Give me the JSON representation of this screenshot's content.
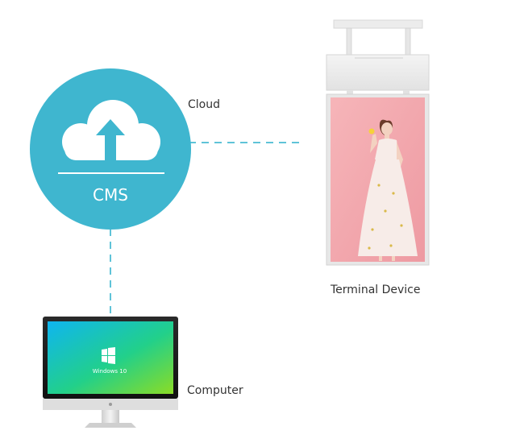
{
  "labels": {
    "cloud": "Cloud",
    "cms": "CMS",
    "terminal": "Terminal Device",
    "computer": "Computer",
    "windows": "Windows 10"
  },
  "colors": {
    "cloud_circle": "#3fb6cf",
    "connector": "#5fc3d8",
    "label_text": "#333333",
    "device_frame": "#e7e7e7",
    "screen_background": "#f2a8ae",
    "monitor_gradient_start": "#0fb5f0",
    "monitor_gradient_end": "#7cdb2a"
  },
  "icons": {
    "cloud": "cloud-upload-icon",
    "os": "windows-logo-icon"
  }
}
